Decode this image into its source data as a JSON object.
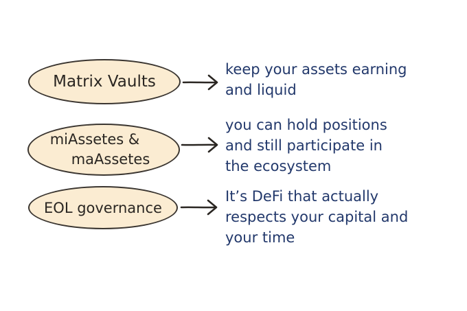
{
  "nodes": [
    {
      "id": "matrix-vaults",
      "lines": [
        "Matrix Vaults"
      ]
    },
    {
      "id": "mi-ma-assets",
      "lines": [
        "miAssetes &",
        "maAssetes"
      ]
    },
    {
      "id": "eol-governance",
      "lines": [
        "EOL governance"
      ]
    }
  ],
  "descriptions": [
    {
      "lines": [
        "keep your assets earning",
        "and liquid"
      ]
    },
    {
      "lines": [
        "you can hold positions",
        "and still participate in",
        "the ecosystem"
      ]
    },
    {
      "lines": [
        "It’s DeFi that actually",
        "respects your capital and",
        "your time"
      ]
    }
  ],
  "colors": {
    "node_fill": "#fbecd2",
    "node_border": "#3a3530",
    "node_text": "#2a2622",
    "description_text": "#22386b",
    "arrow": "#2a2622"
  }
}
